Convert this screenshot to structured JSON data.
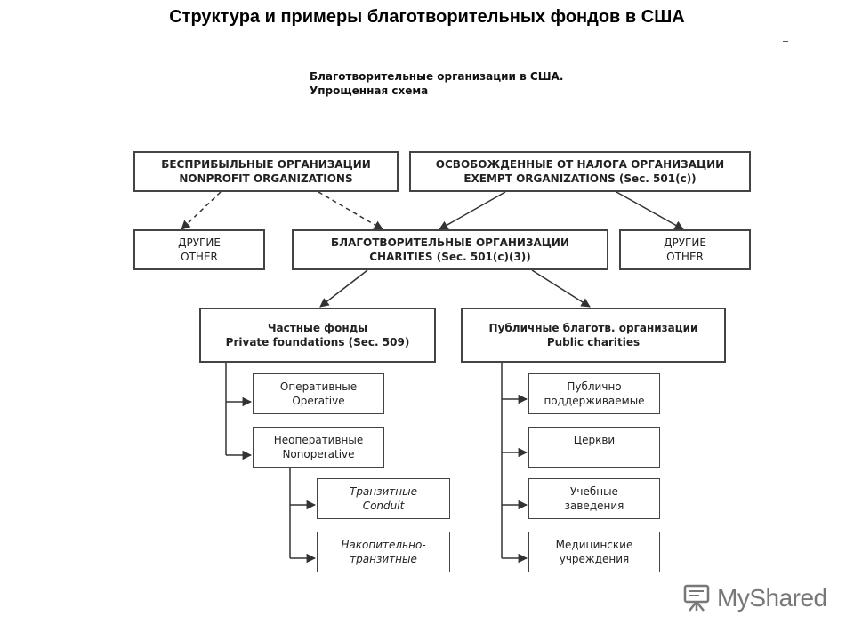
{
  "page_title": "Структура и примеры благотворительных фондов в США",
  "diagram": {
    "title_line1": "Благотворительные организации в США.",
    "title_line2": "Упрощенная схема",
    "nonprofit": {
      "line1": "БЕСПРИБЫЛЬНЫЕ ОРГАНИЗАЦИИ",
      "line2": "NONPROFIT ORGANIZATIONS"
    },
    "exempt": {
      "line1": "ОСВОБОЖДЕННЫЕ ОТ НАЛОГА ОРГАНИЗАЦИИ",
      "line2": "EXEMPT ORGANIZATIONS (Sec. 501(c))"
    },
    "other_left": {
      "line1": "ДРУГИЕ",
      "line2": "OTHER"
    },
    "charities": {
      "line1": "БЛАГОТВОРИТЕЛЬНЫЕ ОРГАНИЗАЦИИ",
      "line2": "CHARITIES (Sec. 501(c)(3))"
    },
    "other_right": {
      "line1": "ДРУГИЕ",
      "line2": "OTHER"
    },
    "private_foundations": {
      "line1": "Частные фонды",
      "line2": "Private foundations (Sec. 509)"
    },
    "public_charities": {
      "line1": "Публичные благотв. организации",
      "line2": "Public charities"
    },
    "operative": {
      "line1": "Оперативные",
      "line2": "Operative"
    },
    "nonoperative": {
      "line1": "Неоперативные",
      "line2": "Nonoperative"
    },
    "conduit": {
      "line1": "Транзитные",
      "line2": "Conduit"
    },
    "accumulative": {
      "line1": "Накопительно-",
      "line2": "транзитные"
    },
    "publicly_supported": {
      "line1": "Публично",
      "line2": "поддерживаемые"
    },
    "churches": {
      "line1": "Церкви"
    },
    "schools": {
      "line1": "Учебные",
      "line2": "заведения"
    },
    "medical": {
      "line1": "Медицинские",
      "line2": "учреждения"
    }
  },
  "watermark": {
    "text": "MyShared",
    "icon": "presentation-board-icon"
  }
}
